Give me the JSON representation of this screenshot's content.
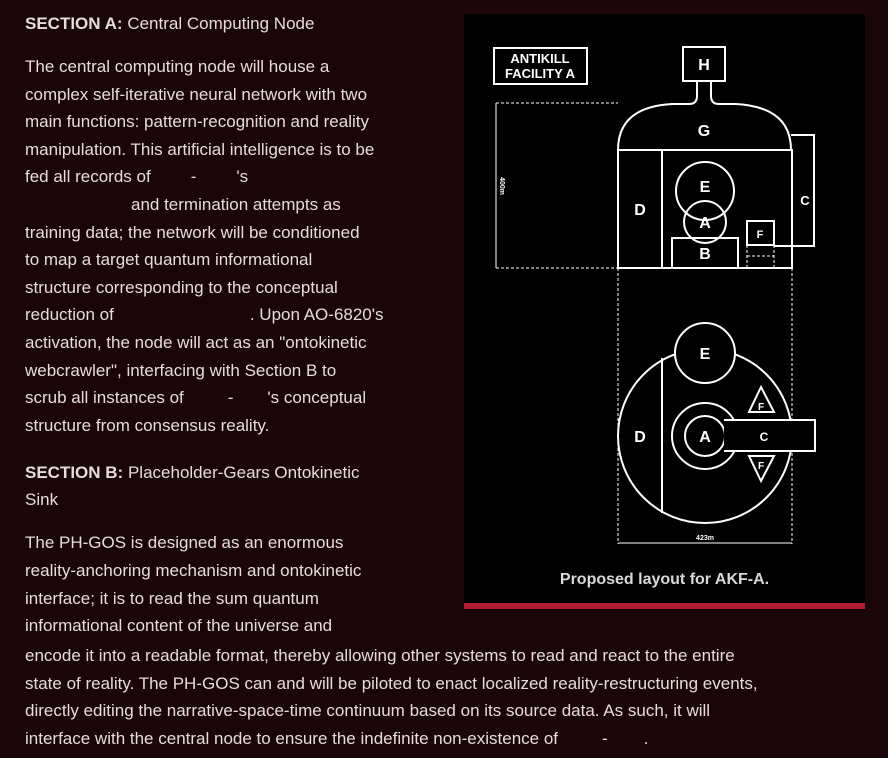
{
  "section_a": {
    "label": "SECTION A:",
    "title": "Central Computing Node",
    "lines": [
      "The central computing node will house a",
      "complex self-iterative neural network with two",
      "main functions: pattern-recognition and reality",
      "manipulation. This artificial intelligence is to be",
      "and termination attempts as",
      "training data; the network will be conditioned",
      "to map a target quantum informational",
      "structure corresponding to the conceptual",
      ". Upon AO-6820's",
      "activation, the node will act as an \"ontokinetic",
      "webcrawler\", interfacing with Section B to",
      "structure from consensus reality."
    ],
    "line5_pre": "fed all records of",
    "line5_dash": "-",
    "line5_post": "'s",
    "line9_pre": "reduction of",
    "line12_pre": "scrub all instances of",
    "line12_dash": "-",
    "line12_post": "'s conceptual"
  },
  "section_b": {
    "label": "SECTION B:",
    "title_line1": "Placeholder-Gears Ontokinetic",
    "title_line2": "Sink",
    "lines": [
      "The PH-GOS is designed as an enormous",
      "reality-anchoring mechanism and ontokinetic",
      "interface; it is to read the sum quantum",
      "informational content of the universe and"
    ],
    "wide_lines": [
      "encode it into a readable format, thereby allowing other systems to read and react to the entire",
      "state of reality. The PH-GOS can and will be piloted to enact localized reality-restructuring events,",
      "directly editing the narrative-space-time continuum based on its source data. As such, it will"
    ],
    "last_pre": "interface with the central node to ensure the indefinite non-existence of",
    "last_dash": "-",
    "last_end": "."
  },
  "figure": {
    "facility_line1": "ANTIKILL",
    "facility_line2": "FACILITY A",
    "dim_vertical": "400m",
    "dim_horizontal": "423m",
    "labels": {
      "H": "H",
      "G": "G",
      "C": "C",
      "D": "D",
      "E": "E",
      "A": "A",
      "B": "B",
      "F": "F",
      "c_small": "C"
    },
    "caption": "Proposed layout for AKF-A.",
    "accent_color": "#b01c30"
  }
}
